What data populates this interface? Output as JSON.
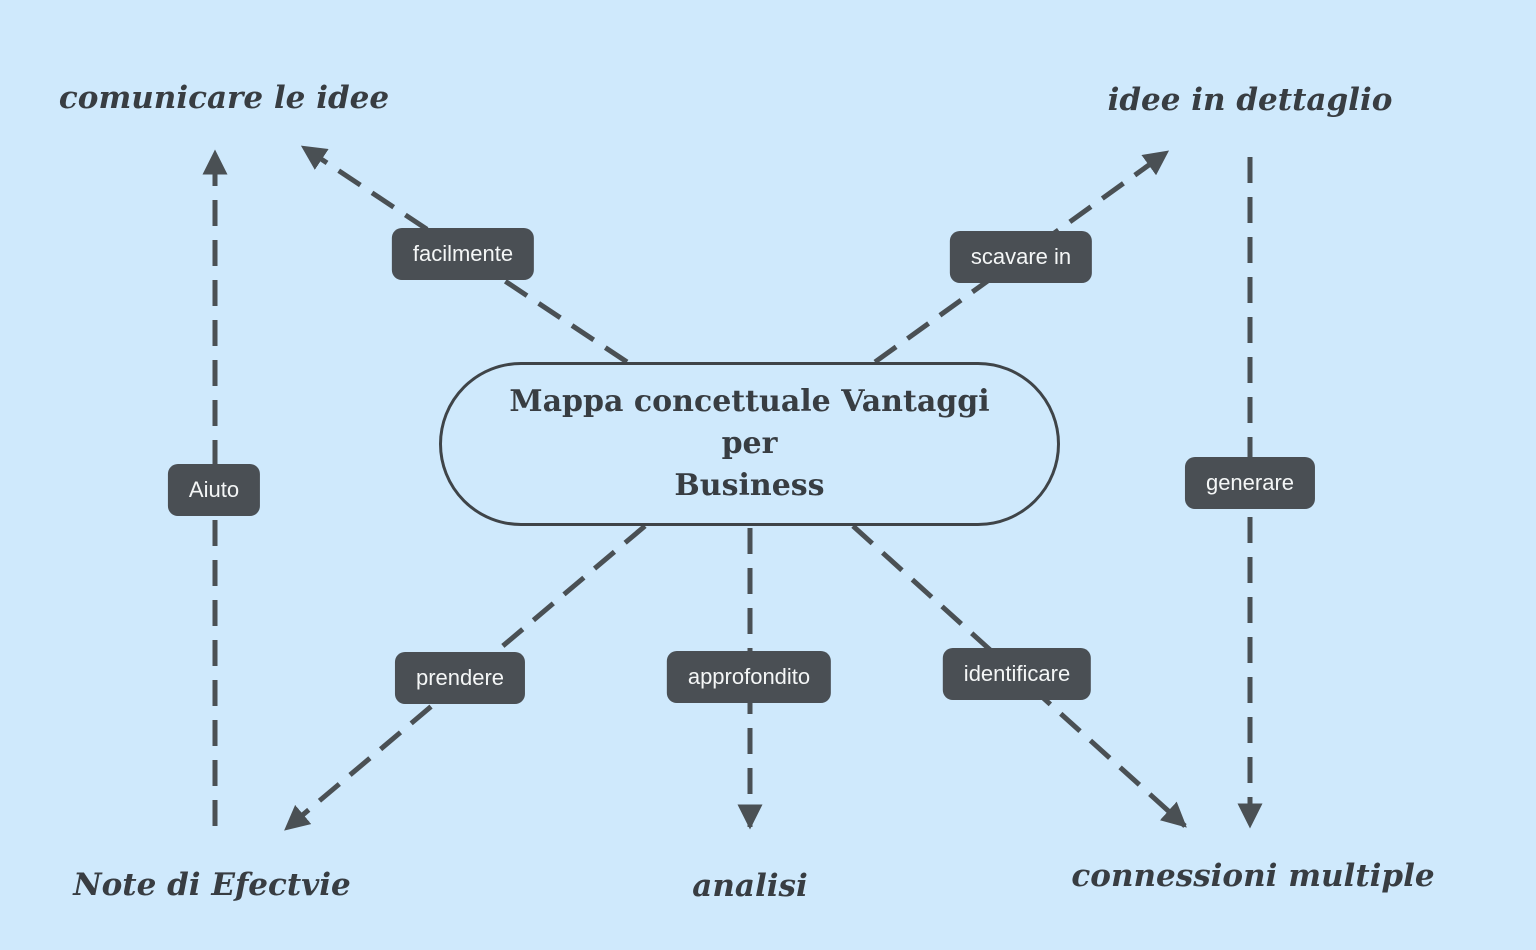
{
  "title": "Mappa concettuale Vantaggi per Business",
  "colors": {
    "background": "#cfe9fc",
    "node_border": "#3f4448",
    "dark_text": "#383d42",
    "edge_label_background": "#4a4f54",
    "edge_label_text": "#f4f6f6",
    "edge_line": "#4a5054"
  },
  "center_node": {
    "line1": "Mappa concettuale Vantaggi",
    "line2": "per",
    "line3": "Business"
  },
  "concepts": [
    {
      "label": "comunicare le idee"
    },
    {
      "label": "idee in dettaglio"
    },
    {
      "label": "Note di Efectvie"
    },
    {
      "label": "analisi"
    },
    {
      "label": "connessioni multiple"
    }
  ],
  "edges": [
    {
      "label": "facilmente",
      "from": "Mappa concettuale Vantaggi per Business",
      "to": "comunicare le idee"
    },
    {
      "label": "scavare in",
      "from": "Mappa concettuale Vantaggi per Business",
      "to": "idee in dettaglio"
    },
    {
      "label": "Aiuto",
      "from": "Note di Efectvie",
      "to": "comunicare le idee"
    },
    {
      "label": "generare",
      "from": "idee in dettaglio",
      "to": "connessioni multiple"
    },
    {
      "label": "prendere",
      "from": "Mappa concettuale Vantaggi per Business",
      "to": "Note di Efectvie"
    },
    {
      "label": "approfondito",
      "from": "Mappa concettuale Vantaggi per Business",
      "to": "analisi"
    },
    {
      "label": "identificare",
      "from": "Mappa concettuale Vantaggi per Business",
      "to": "connessioni multiple"
    }
  ]
}
